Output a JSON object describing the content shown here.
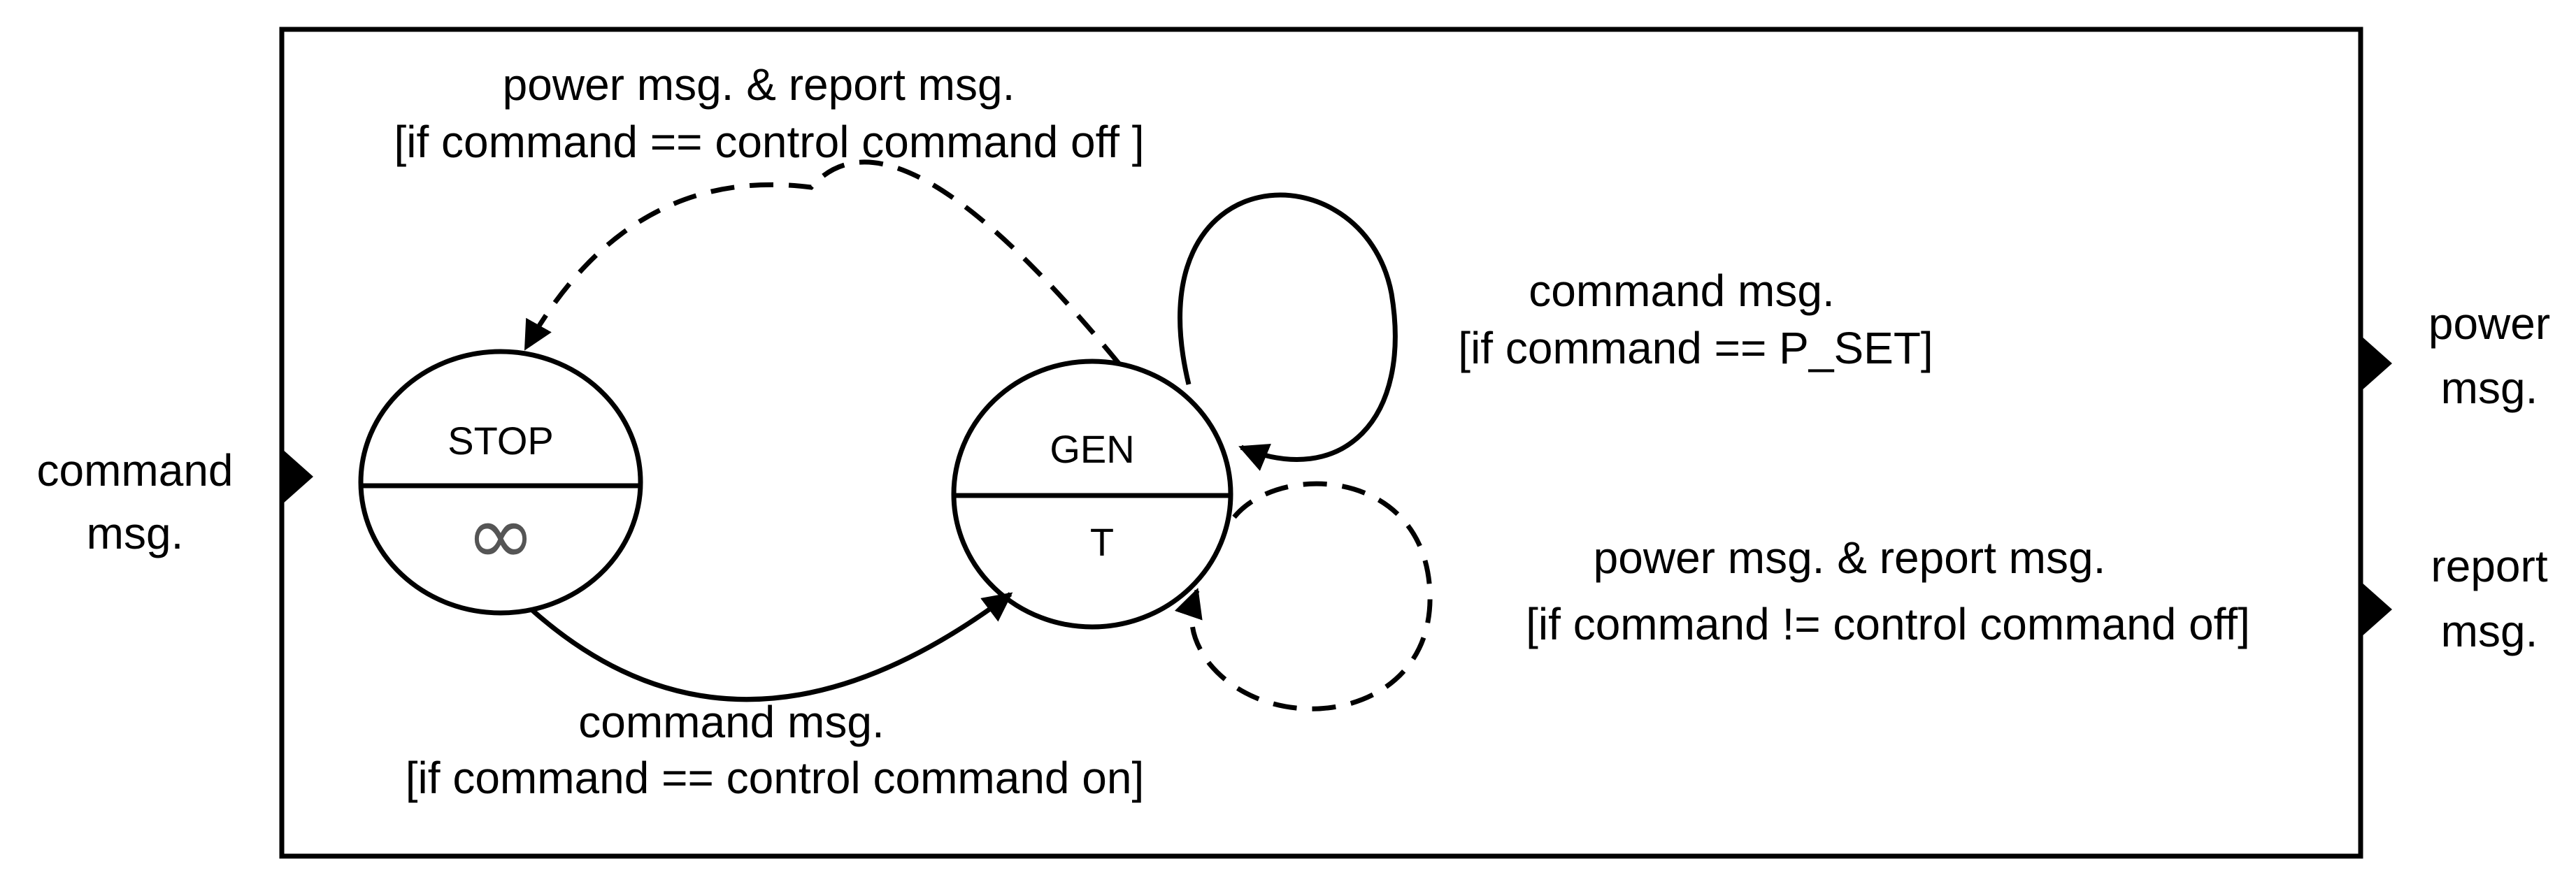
{
  "model": {
    "input_port": {
      "line1": "command",
      "line2": "msg."
    },
    "output_ports": [
      {
        "line1": "power",
        "line2": "msg."
      },
      {
        "line1": "report",
        "line2": "msg."
      }
    ]
  },
  "states": {
    "stop": {
      "name": "STOP",
      "time": "∞"
    },
    "gen": {
      "name": "GEN",
      "time": "T"
    }
  },
  "transitions": {
    "gen_to_stop": {
      "line1": "power msg. & report msg.",
      "line2": "[if command == control command off ]"
    },
    "stop_to_gen": {
      "line1": "command msg.",
      "line2": "[if command == control command on]"
    },
    "gen_self_set": {
      "line1": "command msg.",
      "line2": "[if command == P_SET]"
    },
    "gen_self_out": {
      "line1": "power msg. & report msg.",
      "line2": "[if command != control command off]"
    }
  }
}
